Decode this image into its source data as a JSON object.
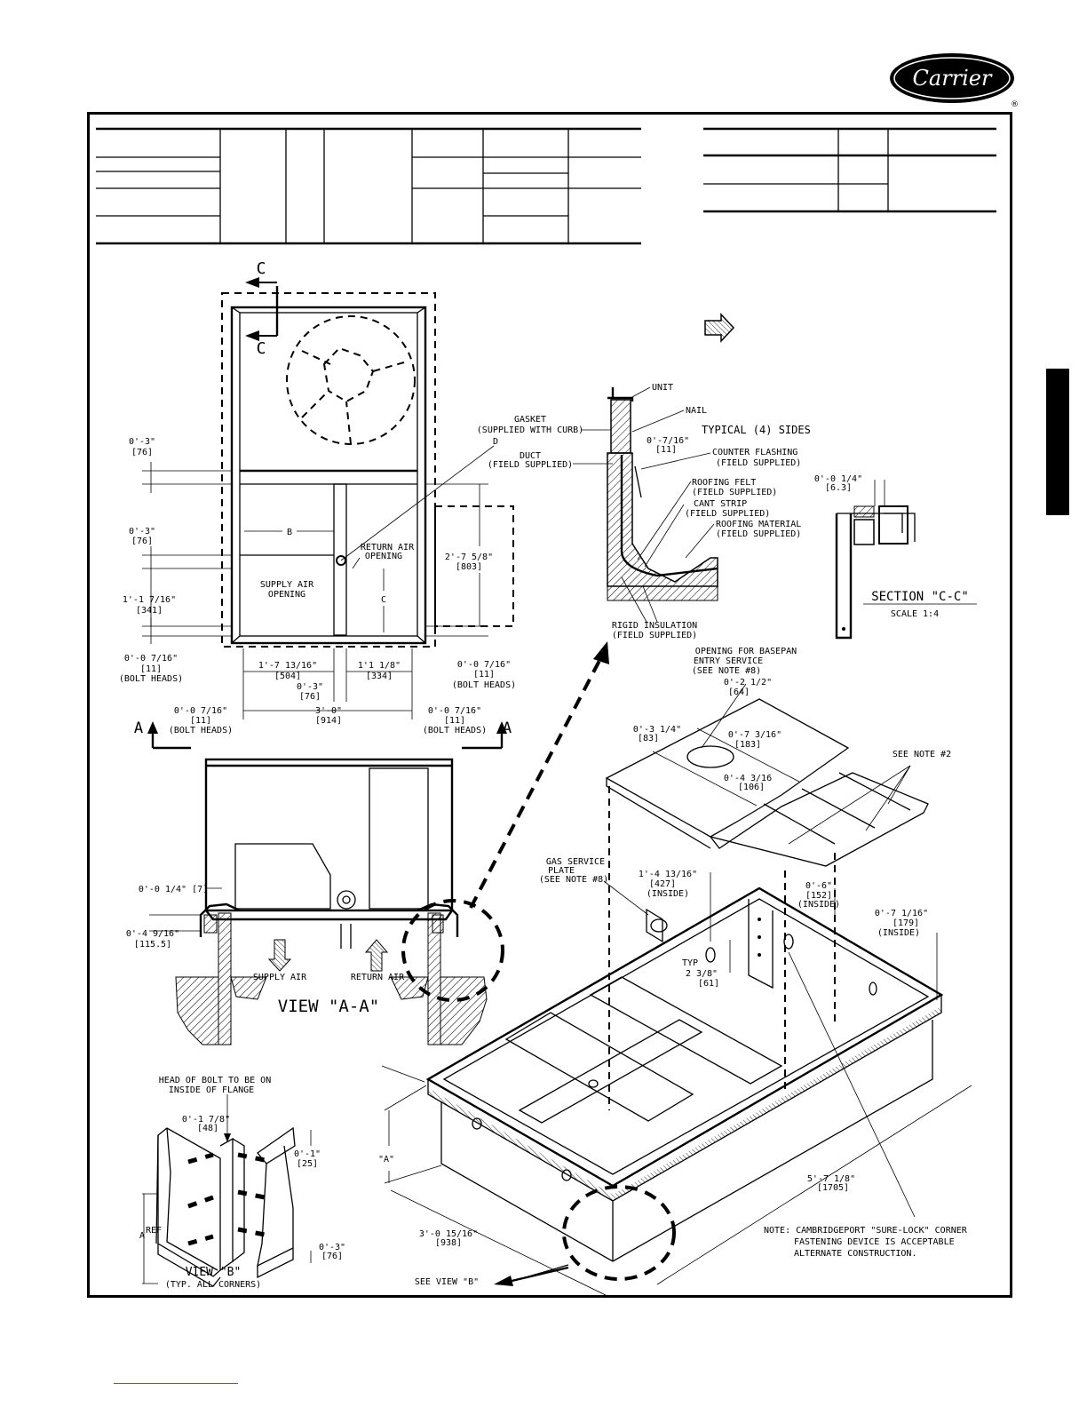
{
  "brand": {
    "name": "Carrier",
    "registered": "®"
  },
  "left_view": {
    "section_marks": [
      "C",
      "C"
    ],
    "dim_03_top": "0'-3\"",
    "dim_03_top_mm": "[76]",
    "dim_03_mid": "0'-3\"",
    "dim_03_mid_mm": "[76]",
    "dim_1_1_7_16": "1'-1 7/16\"",
    "dim_1_1_7_16_mm": "[341]",
    "dim_0_0_7_16_left": "0'-0 7/16\"",
    "dim_0_0_7_16_left_mm": "[11]",
    "bolt_heads_left": "(BOLT HEADS)",
    "label_D": "D",
    "label_B": "B",
    "label_C": "C",
    "return_air_opening": [
      "RETURN AIR",
      "OPENING"
    ],
    "supply_air_opening": [
      "SUPPLY AIR",
      "OPENING"
    ],
    "dim_2_7_5_8": "2'-7 5/8\"",
    "dim_2_7_5_8_mm": "[803]",
    "dim_0_0_7_16_right": "0'-0 7/16\"",
    "dim_0_0_7_16_right_mm": "[11]",
    "bolt_heads_right": "(BOLT HEADS)",
    "dim_1_7_13_16": "1'-7 13/16\"",
    "dim_1_7_13_16_mm": "[504]",
    "dim_1_1_1_8": "1'1 1/8\"",
    "dim_1_1_1_8_mm": "[334]",
    "dim_0_3_bottom": "0'-3\"",
    "dim_0_3_bottom_mm": "[76]",
    "dim_3_0": "3'-0\"",
    "dim_3_0_mm": "[914]",
    "dim_bolt_left": "0'-0 7/16\"",
    "dim_bolt_left_mm": "[11]",
    "bolt_heads_bl": "(BOLT HEADS)",
    "dim_bolt_right": "0'-0 7/16\"",
    "dim_bolt_right_mm": "[11]",
    "bolt_heads_br": "(BOLT HEADS)",
    "view_marks": [
      "A",
      "A"
    ]
  },
  "view_aa": {
    "dim_0_0_1_4": "0'-0 1/4\" [7]",
    "dim_0_4_9_16": "0'-4 9/16\"",
    "dim_0_4_9_16_mm": "[115.5]",
    "supply_air": "SUPPLY AIR",
    "return_air": "RETURN AIR",
    "title": "VIEW \"A-A\""
  },
  "flashing_detail": {
    "unit": "UNIT",
    "nail": "NAIL",
    "gasket": [
      "GASKET",
      "(SUPPLIED WITH CURB)"
    ],
    "typical": "TYPICAL (4) SIDES",
    "dim_0_7_16": "0'-7/16\"",
    "dim_0_7_16_mm": "[11]",
    "duct": [
      "DUCT",
      "(FIELD SUPPLIED)"
    ],
    "counter_flashing": [
      "COUNTER FLASHING",
      "(FIELD SUPPLIED)"
    ],
    "roofing_felt": [
      "ROOFING FELT",
      "(FIELD SUPPLIED)"
    ],
    "cant_strip": [
      "CANT STRIP",
      "(FIELD SUPPLIED)"
    ],
    "roofing_material": [
      "ROOFING MATERIAL",
      "(FIELD SUPPLIED)"
    ],
    "rigid_insulation": [
      "RIGID INSULATION",
      "(FIELD SUPPLIED)"
    ]
  },
  "section_cc": {
    "dim": "0'-0 1/4\"",
    "dim_mm": "[6.3]",
    "title": "SECTION \"C-C\"",
    "scale": "SCALE 1:4"
  },
  "curb_iso": {
    "opening_basepan": [
      "OPENING FOR BASEPAN",
      "ENTRY SERVICE",
      "(SEE NOTE #8)"
    ],
    "dim_0_2_1_2": "0'-2 1/2\"",
    "dim_0_2_1_2_mm": "[64]",
    "dim_0_3_1_4": "0'-3 1/4\"",
    "dim_0_3_1_4_mm": "[83]",
    "dim_0_7_3_16": "0'-7 3/16\"",
    "dim_0_7_3_16_mm": "[183]",
    "dim_0_4_3_16": "0'-4 3/16",
    "dim_0_4_3_16_mm": "[106]",
    "see_note_2": "SEE NOTE #2",
    "gas_service": [
      "GAS SERVICE",
      "PLATE",
      "(SEE NOTE #8)"
    ],
    "dim_1_4_13_16": "1'-4 13/16\"",
    "dim_1_4_13_16_mm": "[427]",
    "inside_a": "(INSIDE)",
    "dim_0_6": "0'-6\"",
    "dim_0_6_mm": "[152]",
    "inside_b": "(INSIDE)",
    "dim_0_7_1_16": "0'-7 1/16\"",
    "dim_0_7_1_16_mm": "[179]",
    "inside_c": "(INSIDE)",
    "typ": "TYP",
    "dim_2_3_8": "2 3/8\"",
    "dim_2_3_8_mm": "[61]",
    "label_A": "\"A\"",
    "dim_3_0_15_16": "3'-0 15/16\"",
    "dim_3_0_15_16_mm": "[938]",
    "dim_5_7_1_8": "5'-7 1/8\"",
    "dim_5_7_1_8_mm": "[1705]",
    "note": [
      "NOTE: CAMBRIDGEPORT \"SURE-LOCK\" CORNER",
      "FASTENING DEVICE IS ACCEPTABLE",
      "ALTERNATE CONSTRUCTION."
    ],
    "see_view_b": "SEE VIEW \"B\""
  },
  "view_b": {
    "head_of_bolt": [
      "HEAD OF BOLT TO BE ON",
      "INSIDE OF FLANGE"
    ],
    "dim_0_1_7_8": "0'-1 7/8\"",
    "dim_0_1_7_8_mm": "[48]",
    "dim_0_1": "0'-1\"",
    "dim_0_1_mm": "[25]",
    "dim_0_3": "0'-3\"",
    "dim_0_3_mm": "[76]",
    "a_ref": "A",
    "ref": "REF",
    "title": "VIEW \"B\"",
    "subtitle": "(TYP. ALL CORNERS)"
  }
}
